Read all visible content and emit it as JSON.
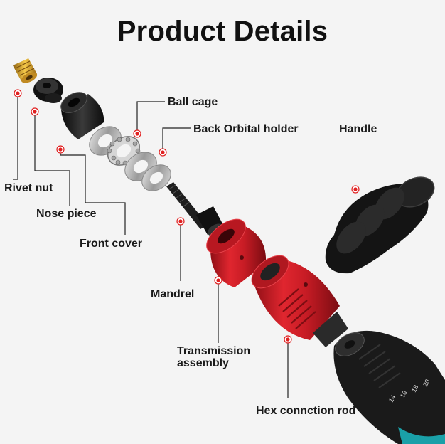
{
  "title": "Product Details",
  "labels": {
    "rivet_nut": "Rivet nut",
    "nose_piece": "Nose piece",
    "front_cover": "Front cover",
    "ball_cage": "Ball cage",
    "back_orbital_holder": "Back Orbital holder",
    "handle": "Handle",
    "mandrel": "Mandrel",
    "transmission_assembly_line1": "Transmission",
    "transmission_assembly_line2": "assembly",
    "hex_connection_rod": "Hex connction rod"
  },
  "drill_scale": [
    "14",
    "16",
    "18",
    "20"
  ],
  "colors": {
    "accent_red": "#d0202a",
    "marker_red": "#e02020",
    "black_part": "#1b1b1b",
    "brass": "#d9a520",
    "silver": "#c8c8c8",
    "teal": "#1aa0a8"
  }
}
